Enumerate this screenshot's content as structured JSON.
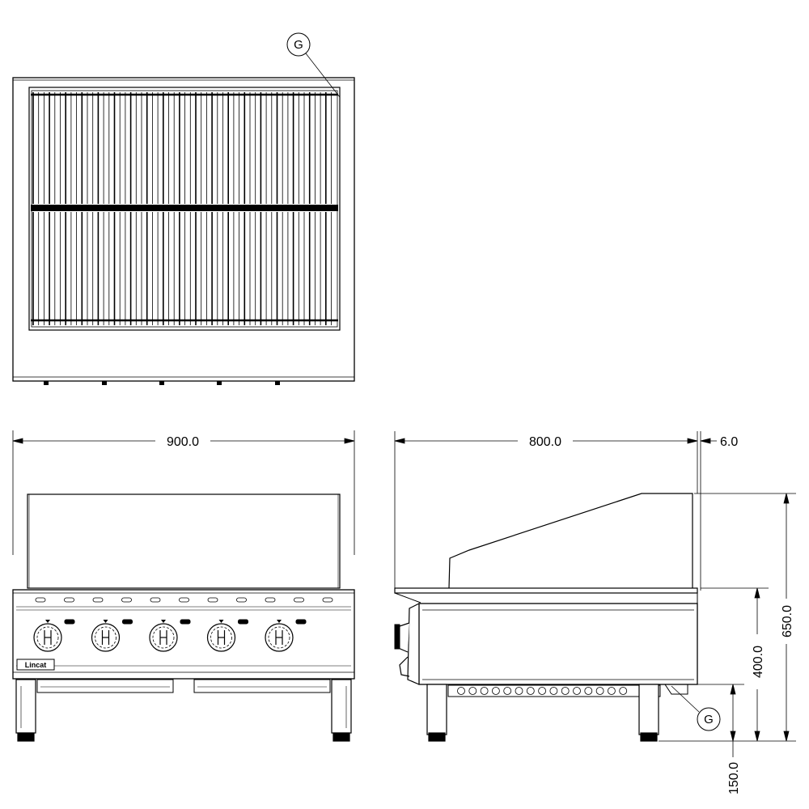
{
  "brand": "Lincat",
  "callouts": {
    "top_view": "G",
    "side_view": "G"
  },
  "dimensions": {
    "width": "900.0",
    "depth": "800.0",
    "splash_offset": "6.0",
    "total_height": "650.0",
    "body_height": "400.0",
    "leg_height": "150.0"
  },
  "colors": {
    "line": "#000000",
    "background": "#ffffff"
  },
  "counts": {
    "knobs": 5,
    "top_slots": 11,
    "side_holes": 15
  }
}
